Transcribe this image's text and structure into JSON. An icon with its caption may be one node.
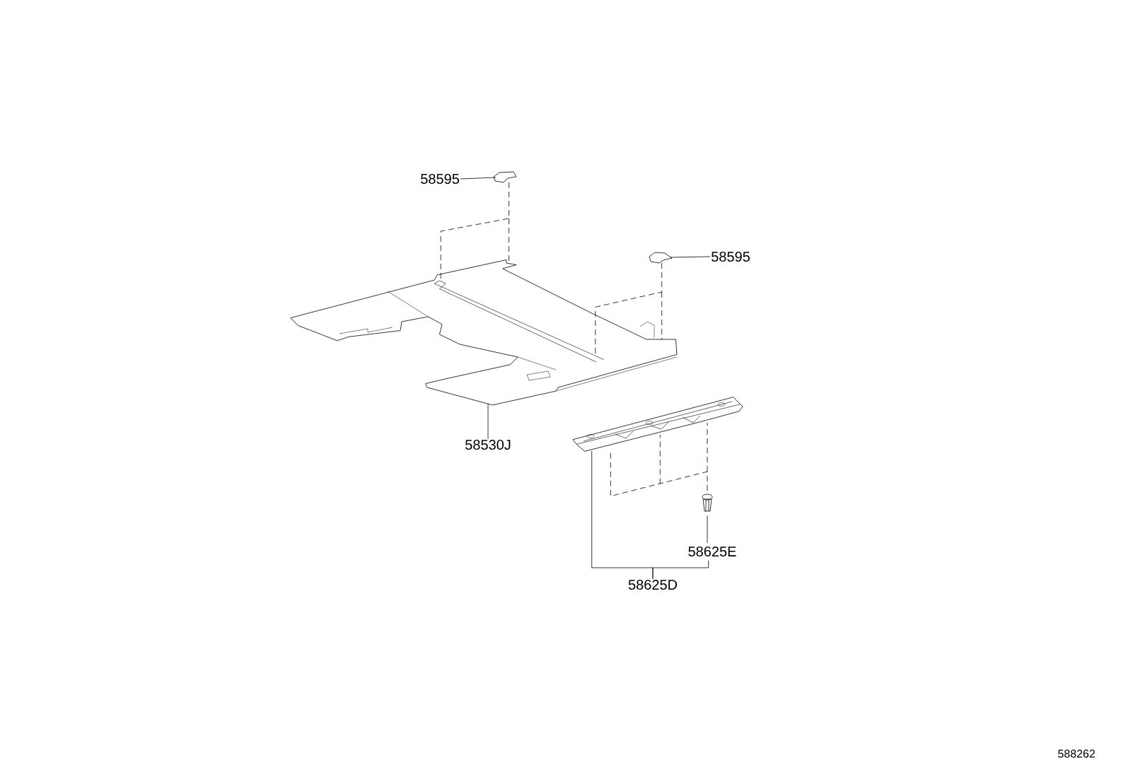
{
  "diagram": {
    "nodes": [
      {
        "text": [
          "58595"
        ]
      },
      {
        "text": [],
        "shape": "picture"
      },
      {
        "text": [
          "58595"
        ]
      },
      {
        "text": [],
        "shape": "picture"
      },
      {
        "text": [],
        "shape": "picture"
      },
      {
        "text": [
          "58530J"
        ]
      },
      {
        "text": [],
        "shape": "picture"
      },
      {
        "text": [],
        "shape": "picture"
      },
      {
        "text": [
          "58625E"
        ]
      },
      {
        "text": [
          "58625D"
        ]
      }
    ],
    "edges": [
      {
        "from": 0,
        "to": 1,
        "arrow": "none"
      },
      {
        "from": 2,
        "to": 3,
        "arrow": "none"
      },
      {
        "from": 1,
        "to": 4,
        "arrow": "none",
        "style": "dashed"
      },
      {
        "from": 3,
        "to": 4,
        "arrow": "none",
        "style": "dashed"
      },
      {
        "from": 5,
        "to": 4,
        "arrow": "none"
      },
      {
        "from": 7,
        "to": 6,
        "arrow": "none",
        "style": "dashed"
      },
      {
        "from": 8,
        "to": 7,
        "arrow": "none"
      },
      {
        "from": 9,
        "to": 6,
        "arrow": "none"
      },
      {
        "from": 9,
        "to": 8,
        "arrow": "none"
      }
    ],
    "labels": [
      "588262"
    ]
  }
}
